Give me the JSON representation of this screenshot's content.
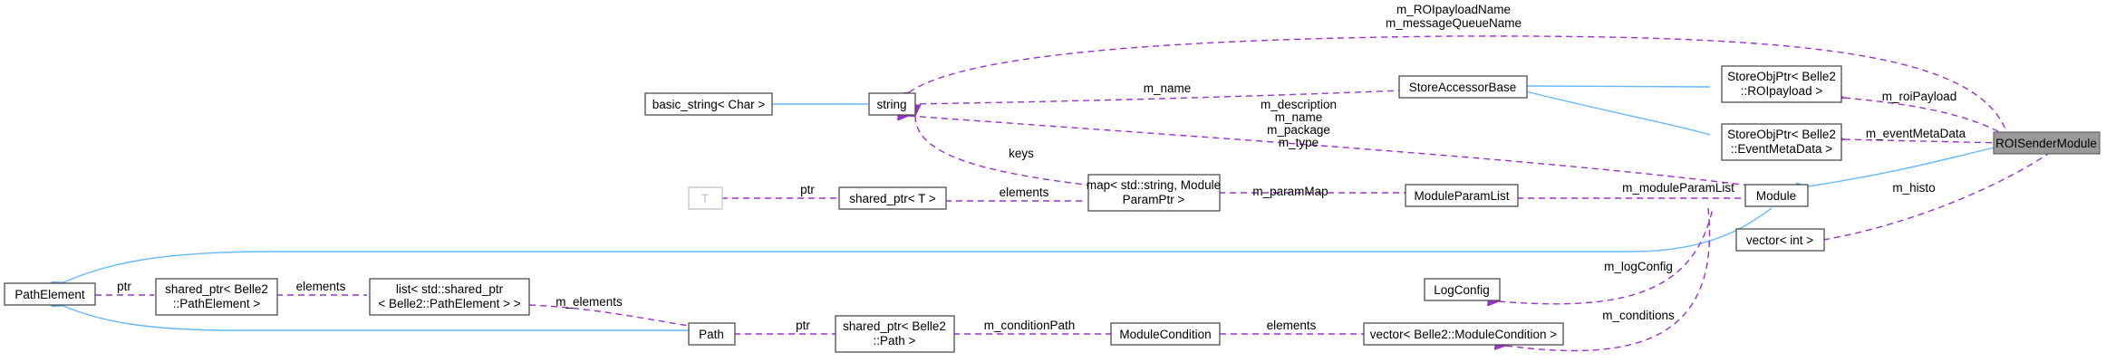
{
  "nodes": {
    "roi_sender": "ROISenderModule",
    "store_roi_payload": [
      "StoreObjPtr< Belle2",
      "::ROIpayload >"
    ],
    "store_event_meta": [
      "StoreObjPtr< Belle2",
      "::EventMetaData >"
    ],
    "store_accessor_base": "StoreAccessorBase",
    "string": "string",
    "basic_string": "basic_string< Char >",
    "module": "Module",
    "vector_int": "vector< int >",
    "module_param_list": "ModuleParamList",
    "map_param": [
      "map< std::string, Module",
      "ParamPtr >"
    ],
    "shared_ptr_t": "shared_ptr< T >",
    "t": "T",
    "path_element": "PathElement",
    "shared_ptr_path_element": [
      "shared_ptr< Belle2",
      "::PathElement >"
    ],
    "list_path_element": [
      "list< std::shared_ptr",
      "< Belle2::PathElement > >"
    ],
    "path": "Path",
    "shared_ptr_path": [
      "shared_ptr< Belle2",
      "::Path >"
    ],
    "module_condition": "ModuleCondition",
    "vector_module_condition": "vector< Belle2::ModuleCondition >",
    "log_config": "LogConfig"
  },
  "edge_labels": {
    "roi_payload_name": [
      "m_ROIpayloadName",
      "m_messageQueueName"
    ],
    "name": "m_name",
    "description": [
      "m_description",
      "m_name",
      "m_package",
      "m_type"
    ],
    "keys": "keys",
    "roi_payload": "m_roiPayload",
    "event_meta_data": "m_eventMetaData",
    "histo": "m_histo",
    "module_param_list": "m_moduleParamList",
    "param_map": "m_paramMap",
    "elements_map": "elements",
    "ptr_t": "ptr",
    "log_config": "m_logConfig",
    "conditions": "m_conditions",
    "elements_cond": "elements",
    "condition_path": "m_conditionPath",
    "ptr_path": "ptr",
    "m_elements": "m_elements",
    "elements_list": "elements",
    "ptr_pe": "ptr"
  },
  "colors": {
    "inheritance_edge": "#63b8ff",
    "usage_edge": "#9a32cd",
    "highlight_fill": "#999999",
    "node_border": "#404040"
  }
}
